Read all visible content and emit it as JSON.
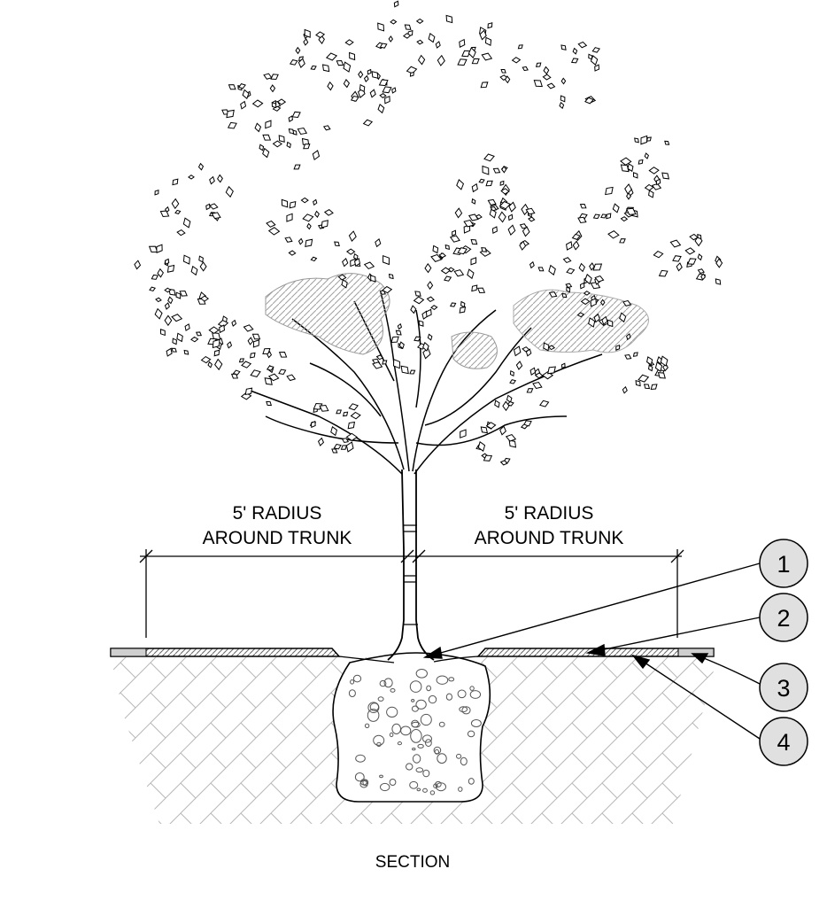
{
  "dimensions": [
    {
      "line1": "5' RADIUS",
      "line2": "AROUND TRUNK"
    },
    {
      "line1": "5' RADIUS",
      "line2": "AROUND TRUNK"
    }
  ],
  "callouts": [
    "1",
    "2",
    "3",
    "4"
  ],
  "caption": "SECTION",
  "colors": {
    "ink": "#000000",
    "callout_fill": "#e0e0e0",
    "hatch": "#9a9a9a"
  }
}
